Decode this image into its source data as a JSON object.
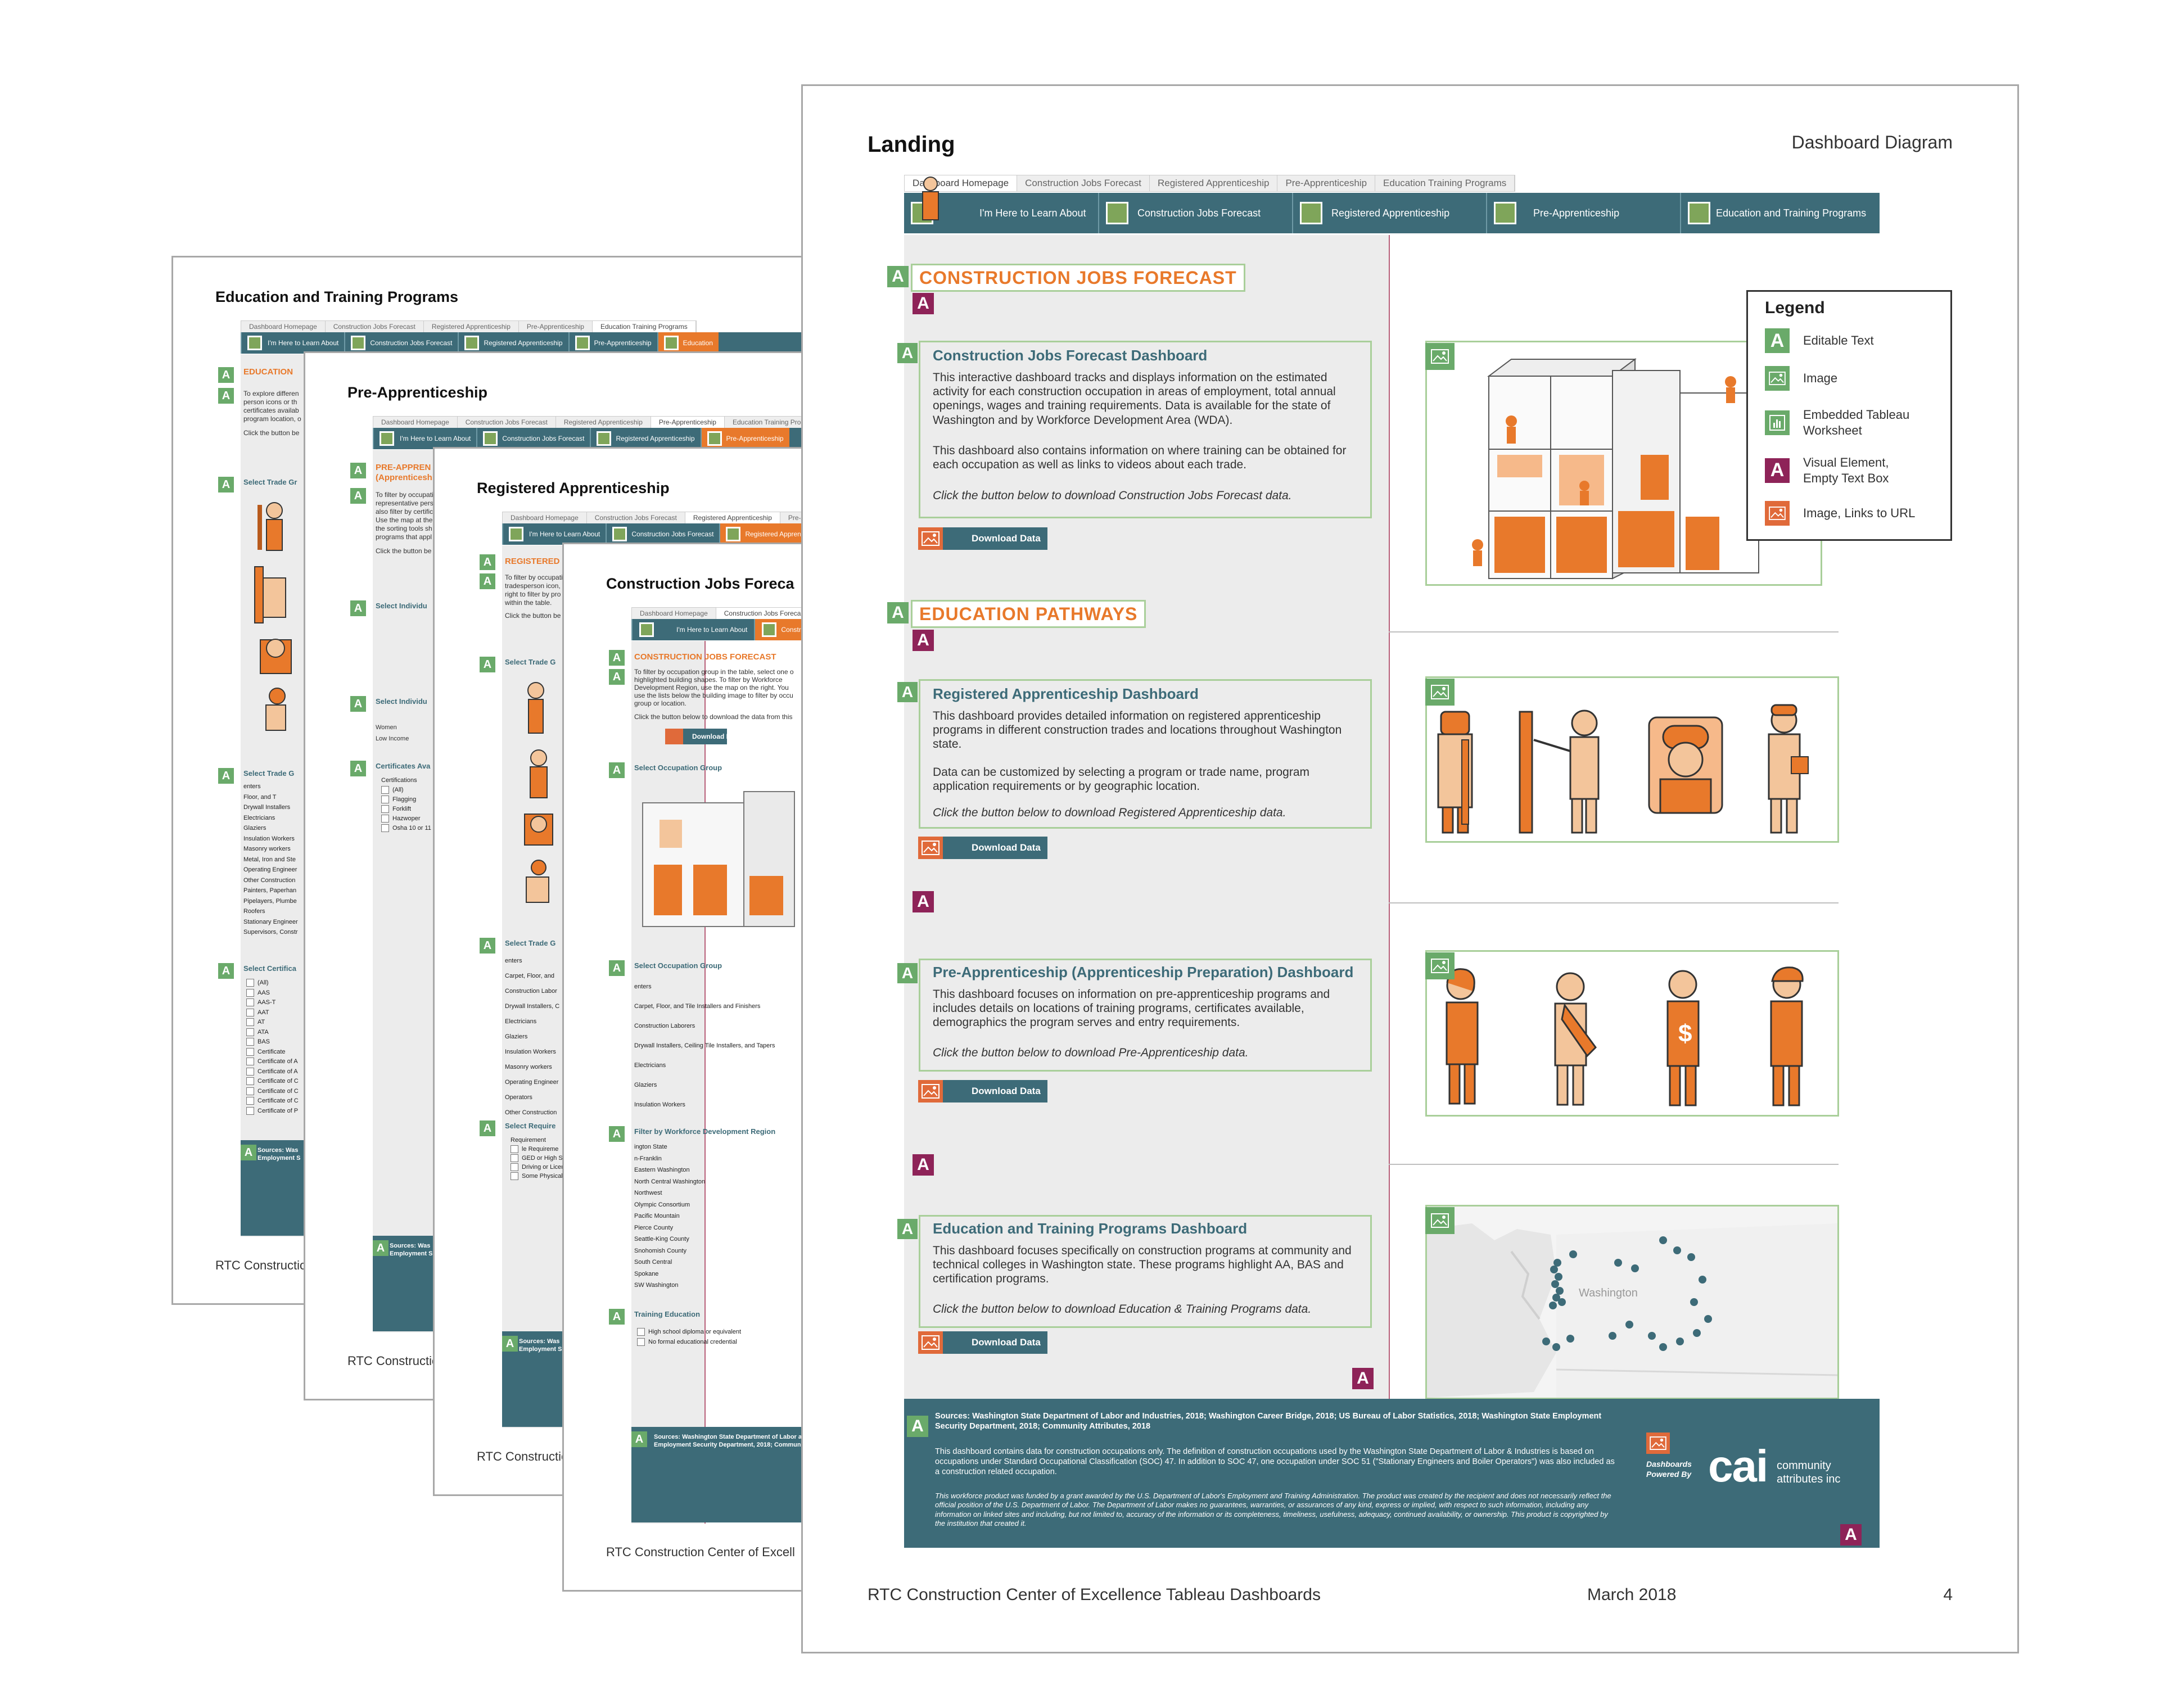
{
  "pages": {
    "education": {
      "title": "Education and Training Programs",
      "footer": "RTC Construction",
      "tabs": [
        "Dashboard Homepage",
        "Construction Jobs Forecast",
        "Registered Apprenticeship",
        "Pre-Apprenticeship",
        "Education Training Programs"
      ],
      "nav": [
        "I'm Here to Learn About",
        "Construction Jobs Forecast",
        "Registered Apprenticeship",
        "Pre-Apprenticeship",
        "Education"
      ],
      "heading": "EDUCATION",
      "intro": [
        "To explore differen",
        "person icons or th",
        "certificates availab",
        "program location, o"
      ],
      "click": "Click the button be",
      "select_trade": "Select Trade Gr",
      "select_trade2": "Select Trade G",
      "trades": [
        "enters",
        "Floor, and T",
        "Drywall Installers",
        "Electricians",
        "Glaziers",
        "Insulation Workers",
        "Masonry workers",
        "Metal, Iron and Ste",
        "Operating Engineer",
        "Other Construction",
        "Painters, Paperhan",
        "Pipelayers, Plumbe",
        "Roofers",
        "Stationary Engineer",
        "Supervisors, Constr"
      ],
      "select_cert": "Select Certifica",
      "certs": [
        "(All)",
        "AAS",
        "AAS-T",
        "AAT",
        "AT",
        "ATA",
        "BAS",
        "Certificate",
        "Certificate of A",
        "Certificate of A",
        "Certificate of C",
        "Certificate of C",
        "Certificate of C",
        "Certificate of P"
      ],
      "sources": "Sources: Was",
      "sources2": "Employment S"
    },
    "pre": {
      "title": "Pre-Apprenticeship",
      "footer": "RTC Construction",
      "heading1": "PRE-APPREN",
      "heading2": "(Apprenticeshi",
      "intro": [
        "To filter by occupati",
        "representative pers",
        "also filter by certific",
        "Use the map at the",
        "the sorting tools sh",
        "programs that appl"
      ],
      "click": "Click the button be",
      "select_ind": "Select Individu",
      "select_ind2": "Select Individu",
      "ind_items": [
        "Women",
        "Low Income"
      ],
      "certs_label": "Certificates Ava",
      "certs": [
        "Certifications",
        "(All)",
        "Flagging",
        "Forklift",
        "Hazwoper",
        "Osha 10 or 11"
      ]
    },
    "reg": {
      "title": "Registered Apprenticeship",
      "footer": "RTC Construction",
      "heading": "REGISTERED",
      "intro": [
        "To filter by occupati",
        "tradesperson icon,",
        "right to filter by pro",
        "within the table."
      ],
      "click": "Click the button be",
      "select_trade": "Select Trade G",
      "trades": [
        "enters",
        "Carpet, Floor, and",
        "Construction Labor",
        "Drywall Installers, C",
        "Electricians",
        "Glaziers",
        "Insulation Workers",
        "Masonry workers",
        "Operating Engineer",
        "Operators",
        "Other Construction"
      ],
      "select_req": "Select Require",
      "reqs": [
        "Requirement",
        "le Requireme",
        "GED or High Sc",
        "Driving or Licen",
        "Some Physical R"
      ]
    },
    "cjf": {
      "title": "Construction Jobs Foreca",
      "footer": "RTC Construction Center of Excell",
      "heading": "CONSTRUCTION JOBS FORECAST",
      "intro": [
        "To filter by occupation group in the table, select one o",
        "highlighted building shapes. To filter by Workforce",
        "Development Region, use the map on the right. You",
        "use the lists below the building image to filter by occu",
        "group or location."
      ],
      "click": "Click the button below to download the data from this",
      "download": "Download Data",
      "occ_group": "Select Occupation Group",
      "occ_group2": "Select Occupation Group",
      "occs": [
        "enters",
        "Carpet, Floor, and Tile Installers and Finishers",
        "Construction Laborers",
        "Drywall Installers, Ceiling Tile Installers, and Tapers",
        "Electricians",
        "Glaziers",
        "Insulation Workers"
      ],
      "wdr": "Filter by Workforce Development Region",
      "regions": [
        "ington State",
        "n-Franklin",
        "Eastern Washington",
        "North Central Washington",
        "Northwest",
        "Olympic Consortium",
        "Pacific Mountain",
        "Pierce County",
        "Seattle-King County",
        "Snohomish County",
        "South Central",
        "Spokane",
        "SW Washington"
      ],
      "training": "Training Education",
      "training_items": [
        "High school diploma or equivalent",
        "No formal educational credential"
      ],
      "sources": "Sources: Washington State Department of Labor and",
      "sources2": "Employment Security Department, 2018; Community"
    }
  },
  "main": {
    "title": "Landing",
    "subtitle": "Dashboard Diagram",
    "tabs": [
      "Dashboard Homepage",
      "Construction Jobs Forecast",
      "Registered Apprenticeship",
      "Pre-Apprenticeship",
      "Education Training Programs"
    ],
    "nav": [
      "I'm Here to Learn About",
      "Construction Jobs Forecast",
      "Registered Apprenticeship",
      "Pre-Apprenticeship",
      "Education and Training Programs"
    ],
    "section1": "CONSTRUCTION JOBS FORECAST",
    "section2": "EDUCATION PATHWAYS",
    "cards": [
      {
        "title": "Construction Jobs Forecast Dashboard",
        "p1": "This interactive dashboard tracks and displays information on the estimated activity for each construction occupation in areas of employment, total annual openings, wages and training requirements. Data is available for the state of Washington and by Workforce Development Area (WDA).",
        "p2": "This dashboard also contains information on where training can be obtained for each occupation as well as links to videos about each trade.",
        "p3": "Click the button below to download Construction Jobs Forecast data."
      },
      {
        "title": "Registered Apprenticeship Dashboard",
        "p1": "This dashboard provides detailed information on registered apprenticeship programs in different construction trades and locations throughout Washington state.",
        "p2": "Data can be customized by selecting a program or trade name, program application requirements or by geographic location.",
        "p3": "Click the button below to download Registered Apprenticeship data."
      },
      {
        "title": "Pre-Apprenticeship (Apprenticeship Preparation) Dashboard",
        "p1": "This dashboard focuses on information on pre-apprenticeship programs and includes details on locations of training programs, certificates available, demographics the program serves and entry requirements.",
        "p2": "",
        "p3": "Click the button below to download Pre-Apprenticeship data."
      },
      {
        "title": "Education and Training Programs Dashboard",
        "p1": "This dashboard focuses specifically on construction programs at community and technical colleges in Washington state. These programs highlight AA, BAS and certification programs.",
        "p2": "",
        "p3": "Click the button below to download Education & Training Programs data."
      }
    ],
    "download": "Download Data",
    "map_label": "Washington",
    "legend": {
      "title": "Legend",
      "items": [
        "Editable Text",
        "Image",
        "Embedded Tableau Worksheet",
        "Visual Element, Empty Text Box",
        "Image, Links to URL"
      ]
    },
    "sources_bold": "Sources: Washington State Department of Labor and Industries, 2018; Washington Career Bridge, 2018; US Bureau of Labor Statistics, 2018; Washington State Employment Security Department, 2018; Community Attributes, 2018",
    "sources_body": "This dashboard contains data for construction occupations only. The definition of construction occupations used by the Washington State Department of Labor & Industries is based on occupations under Standard Occupational Classification (SOC) 47. In addition to SOC 47, one occupation under SOC 51 (\"Stationary Engineers and Boiler Operators\") was also included as a construction related occupation.",
    "sources_italic": "This workforce product was funded by a grant awarded by the U.S. Department of Labor's Employment and Training Administration. The product was created by the recipient and does not necessarily reflect the official position of the U.S. Department of Labor. The Department of Labor makes no guarantees, warranties, or assurances of any kind, express or implied, with respect to such information, including any information on linked sites and including, but not limited to, accuracy of the information or its completeness, timeliness, usefulness, adequacy, continued availability, or ownership. This product is copyrighted by the institution that created it.",
    "powered1": "Dashboards",
    "powered2": "Powered By",
    "cai": "cai",
    "cai_sub1": "community",
    "cai_sub2": "attributes inc",
    "footer_left": "RTC Construction Center of Excellence Tableau Dashboards",
    "footer_mid": "March 2018",
    "footer_page": "4"
  },
  "colors": {
    "teal": "#3d6b78",
    "orange": "#e8792b",
    "green_badge": "#6aaa6a",
    "magenta_badge": "#8e2358",
    "panel": "#ececec"
  },
  "icons": [
    "editable-text-icon",
    "image-icon",
    "tableau-worksheet-icon",
    "visual-element-icon",
    "image-link-icon",
    "map-icon",
    "building-illustration",
    "worker-icons"
  ]
}
